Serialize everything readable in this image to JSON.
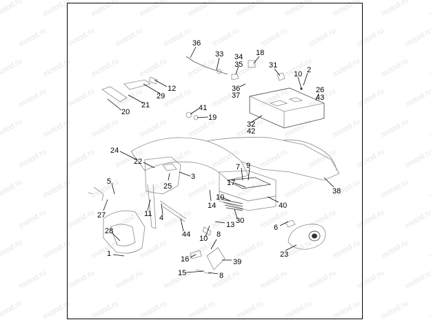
{
  "watermark": "motod.ru",
  "colors": {
    "line": "#000000",
    "part_outline": "#8a8a8a",
    "watermark": "#cfcfcf"
  },
  "callouts": [
    "36",
    "33",
    "34",
    "35",
    "18",
    "31",
    "10",
    "2",
    "12",
    "36",
    "37",
    "26",
    "43",
    "29",
    "21",
    "20",
    "41",
    "19",
    "32",
    "42",
    "24",
    "22",
    "7",
    "9",
    "3",
    "25",
    "5",
    "17",
    "38",
    "14",
    "10",
    "40",
    "11",
    "4",
    "30",
    "13",
    "27",
    "44",
    "6",
    "28",
    "10",
    "8",
    "23",
    "16",
    "1",
    "39",
    "15",
    "8"
  ]
}
